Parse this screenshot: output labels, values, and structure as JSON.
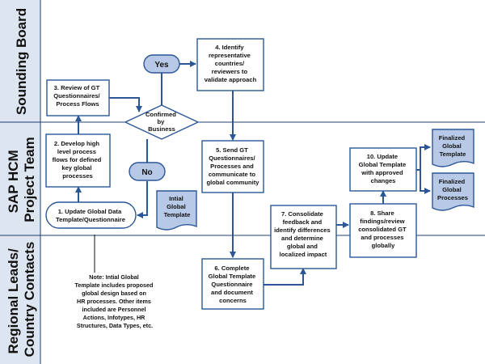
{
  "lanes": [
    {
      "id": "sounding",
      "label": "Sounding Board"
    },
    {
      "id": "sap",
      "label_lines": [
        "SAP HCM",
        "Project Team"
      ]
    },
    {
      "id": "regional",
      "label_lines": [
        "Regional Leads/",
        "Country Contacts"
      ]
    }
  ],
  "steps": {
    "s1": [
      "1. Update Global Data",
      "Template/Questionnaire"
    ],
    "s2": [
      "2. Develop high",
      "level process",
      "flows for defined",
      "key global",
      "processes"
    ],
    "s3": [
      "3. Review of GT",
      "Questionnaires/",
      "Process Flows"
    ],
    "s4": [
      "4. Identify",
      "representative",
      "countries/",
      "reviewers to",
      "validate approach"
    ],
    "s5": [
      "5. Send GT",
      "Questionnaires/",
      "Processes and",
      "communicate to",
      "global community"
    ],
    "s6": [
      "6. Complete",
      "Global Template",
      "Questionnaire",
      "and document",
      "concerns"
    ],
    "s7": [
      "7. Consolidate",
      "feedback and",
      "identify differences",
      "and determine",
      "global and",
      "localized impact"
    ],
    "s8": [
      "8. Share",
      "findings/review",
      "consolidated GT",
      "and processes",
      "globally"
    ],
    "s10": [
      "10. Update",
      "Global Template",
      "with approved",
      "changes"
    ]
  },
  "decision": [
    "Confirmed",
    "by",
    "Business"
  ],
  "yes_label": "Yes",
  "no_label": "No",
  "documents": {
    "initial": [
      "Intial",
      "Global",
      "Template"
    ],
    "final_template": [
      "Finalized",
      "Global",
      "Template"
    ],
    "final_processes": [
      "Finalized",
      "Global",
      "Processes"
    ]
  },
  "note": [
    "Note: Intial Global",
    "Template includes proposed",
    "global design based on",
    "HR processes. Other items",
    "included are Personnel",
    "Actions, Infotypes, HR",
    "Structures, Data Types, etc."
  ],
  "colors": {
    "lane_header": "#dce5f0",
    "stroke": "#2b5797",
    "doc_fill": "#b7c9e6"
  }
}
